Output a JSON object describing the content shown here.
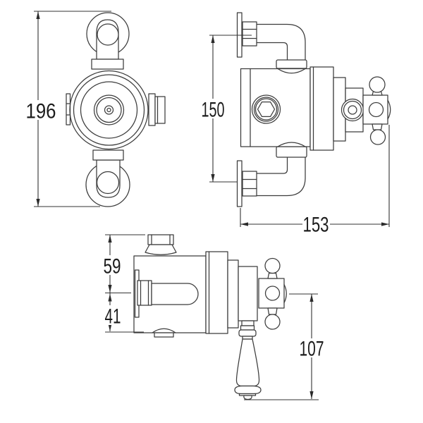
{
  "drawing": {
    "background_color": "#ffffff",
    "object_line_color": "#3c3c3c",
    "dimension_line_color": "#333333",
    "text_color": "#1c1c1c"
  },
  "dimensions": {
    "front_overall_height": "196",
    "side_port_spacing": "150",
    "side_overall_depth": "153",
    "top_inlet_to_outlet": "59",
    "top_outlet_to_bottom": "41",
    "lever_handle_length": "107"
  }
}
